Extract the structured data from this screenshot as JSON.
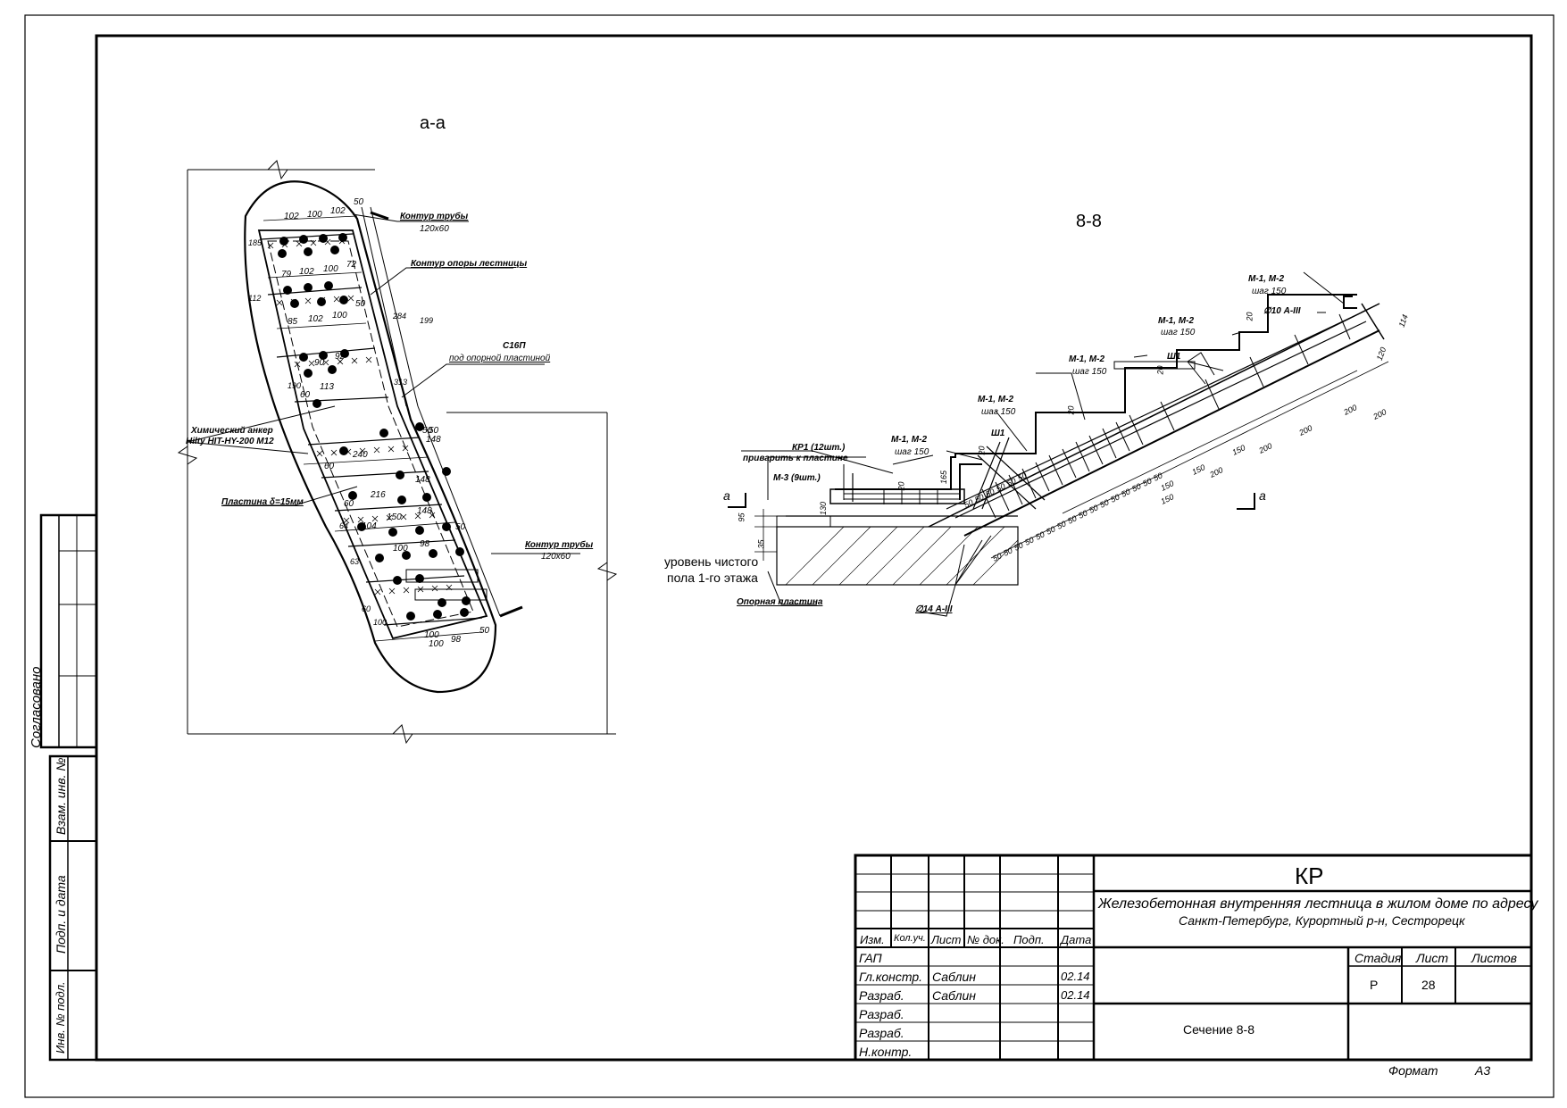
{
  "views": {
    "left_title": "а-а",
    "right_title": "8-8",
    "section_mark": "а"
  },
  "left_callouts": {
    "pipe_contour_top": "Контур трубы",
    "pipe_size_top": "120х60",
    "stair_support_contour": "Контур опоры лестницы",
    "channel": "С16П",
    "channel_note": "под опорной пластиной",
    "anchor": "Химический анкер",
    "anchor_model": "Hilty HIT-HY-200 M12",
    "plate": "Пластина δ=15мм",
    "pipe_contour_bottom": "Контур трубы",
    "pipe_size_bottom": "120х60"
  },
  "left_dims": [
    "102",
    "100",
    "102",
    "50",
    "79",
    "102",
    "100",
    "72",
    "85",
    "102",
    "100",
    "50",
    "90",
    "92",
    "113",
    "60",
    "240",
    "148",
    "50",
    "216",
    "148",
    "60",
    "104",
    "150",
    "148",
    "50",
    "100",
    "98",
    "100",
    "98",
    "100",
    "50",
    "50",
    "60",
    "185",
    "284",
    "199",
    "313",
    "112",
    "190",
    "100",
    "63",
    "64",
    "60"
  ],
  "right_callouts": {
    "mesh_top": "М-1, М-2",
    "step_top": "шаг 150",
    "rebar10": "∅10 А-III",
    "mesh_2": "М-1, М-2",
    "step_2": "шаг 150",
    "sh1_top": "Ш1",
    "mesh_3": "М-1, М-2",
    "step_3": "шаг 150",
    "mesh_4": "М-1, М-2",
    "step_4": "шаг 150",
    "mesh_5": "М-1, М-2",
    "step_5": "шаг 150",
    "sh1_low": "Ш1",
    "kr1": "КР1 (12шт.)",
    "kr1_note": "приварить к пластине",
    "m3": "М-3 (9шт.)",
    "floor_level_1": "уровень чистого",
    "floor_level_2": "пола 1-го этажа",
    "support_plate": "Опорная пластина",
    "rebar14": "∅14 А-III"
  },
  "right_dims": [
    "20",
    "20",
    "20",
    "20",
    "20",
    "165",
    "130",
    "95",
    "35",
    "150",
    "150",
    "200",
    "200",
    "200",
    "200",
    "200",
    "150",
    "150",
    "50",
    "50",
    "50",
    "50",
    "50",
    "50",
    "50",
    "50",
    "50",
    "50",
    "50",
    "50",
    "50",
    "50",
    "50",
    "50",
    "50",
    "50",
    "50",
    "50",
    "50",
    "50",
    "120",
    "114"
  ],
  "side_stamp": {
    "agreed": "Согласовано",
    "inv_replace": "Взам. инв. №",
    "sign_date": "Подп. и дата",
    "inv_orig": "Инв. № подл."
  },
  "title_block": {
    "code": "КР",
    "project_line1": "Железобетонная внутренняя лестница в жилом доме по адресу",
    "project_line2": "Санкт-Петербург, Курортный р-н, Сестрорецк",
    "headers": [
      "Изм.",
      "Кол.уч.",
      "Лист",
      "№ док.",
      "Подп.",
      "Дата"
    ],
    "rows": [
      {
        "role": "ГАП",
        "name": "",
        "date": ""
      },
      {
        "role": "Гл.констр.",
        "name": "Саблин",
        "date": "02.14"
      },
      {
        "role": "Разраб.",
        "name": "Саблин",
        "date": "02.14"
      },
      {
        "role": "Разраб.",
        "name": "",
        "date": ""
      },
      {
        "role": "Разраб.",
        "name": "",
        "date": ""
      },
      {
        "role": "Н.контр.",
        "name": "",
        "date": ""
      }
    ],
    "stage_label": "Стадия",
    "sheet_label": "Лист",
    "sheets_label": "Листов",
    "stage_value": "Р",
    "sheet_value": "28",
    "sheets_value": "",
    "sheet_name": "Сечение 8-8",
    "format_label": "Формат",
    "format_value": "А3"
  }
}
